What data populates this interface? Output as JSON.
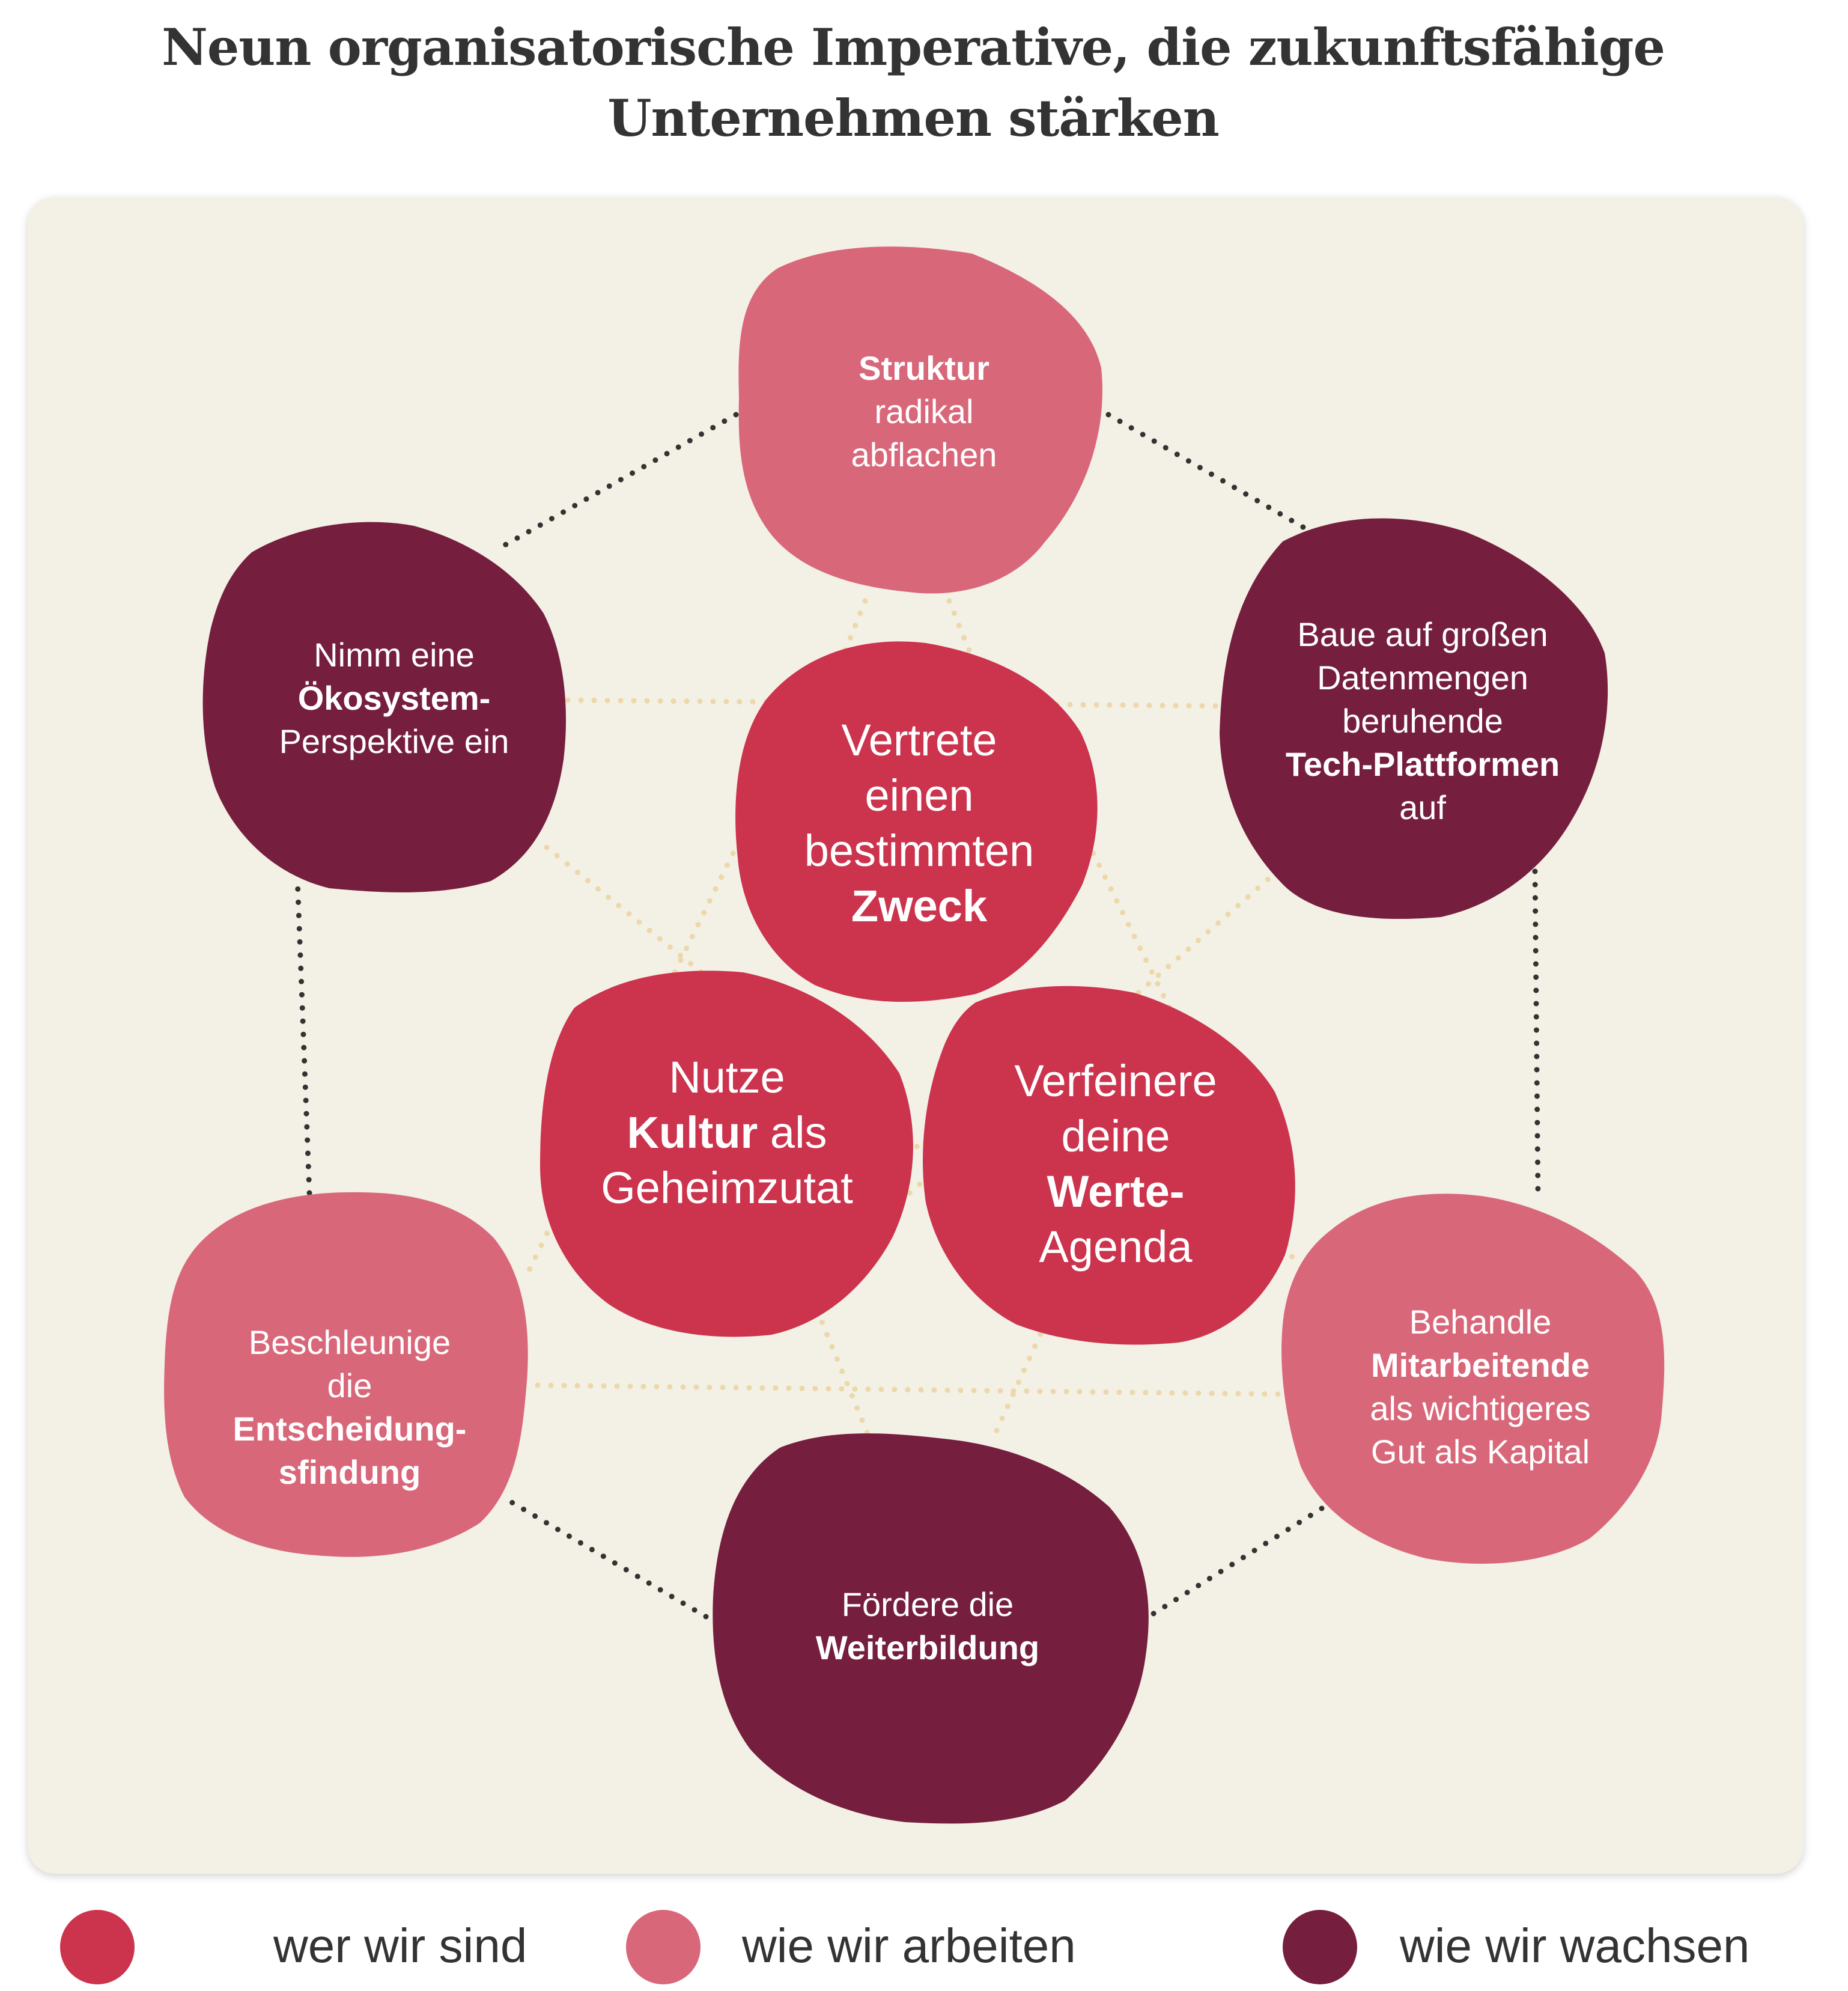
{
  "title": {
    "line1": "Neun organisatorische Imperative, die zukunftsfähige",
    "line2": "Unternehmen stärken"
  },
  "colors": {
    "wer_wir_sind": "#cc334d",
    "wie_wir_arbeiten": "#d9677a",
    "wie_wir_wachsen": "#751e3d",
    "panel": "#f3f0e5",
    "outer_dots": "#333333",
    "inner_dots": "#ecd8aa"
  },
  "circles": {
    "struktur": {
      "category": "wie_wir_arbeiten",
      "line1": "Struktur",
      "line2": "radikal",
      "line3": "abflachen"
    },
    "tech": {
      "category": "wie_wir_wachsen",
      "line1": "Baue auf großen",
      "line2": "Datenmengen",
      "line3": "beruhende",
      "line4": "Tech-Plattformen",
      "line5": "auf"
    },
    "mitarbeitende": {
      "category": "wie_wir_arbeiten",
      "line1": "Behandle",
      "line2": "Mitarbeitende",
      "line3": "als wichtigeres",
      "line4": "Gut als Kapital"
    },
    "weiterbildung": {
      "category": "wie_wir_wachsen",
      "line1": "Fördere die",
      "line2": "Weiterbildung"
    },
    "entscheidung": {
      "category": "wie_wir_arbeiten",
      "line1": "Beschleunige",
      "line2": "die",
      "line3": "Entscheidung-",
      "line4": "sfindung"
    },
    "oekosystem": {
      "category": "wie_wir_wachsen",
      "line1": "Nimm eine",
      "line2": "Ökosystem-",
      "line3": "Perspektive ein"
    },
    "zweck": {
      "category": "wer_wir_sind",
      "line1": "Vertrete",
      "line2": "einen",
      "line3": "bestimmten",
      "line4": "Zweck"
    },
    "kultur": {
      "category": "wer_wir_sind",
      "line1": "Nutze",
      "line2_bold": "Kultur",
      "line2_rest": " als",
      "line3": "Geheimzutat"
    },
    "werte": {
      "category": "wer_wir_sind",
      "line1": "Verfeinere",
      "line2": "deine",
      "line3": "Werte-",
      "line4": "Agenda"
    }
  },
  "legend": [
    {
      "label": "wer wir sind",
      "color_key": "wer_wir_sind"
    },
    {
      "label": "wie wir arbeiten",
      "color_key": "wie_wir_arbeiten"
    },
    {
      "label": "wie wir wachsen",
      "color_key": "wie_wir_wachsen"
    }
  ]
}
